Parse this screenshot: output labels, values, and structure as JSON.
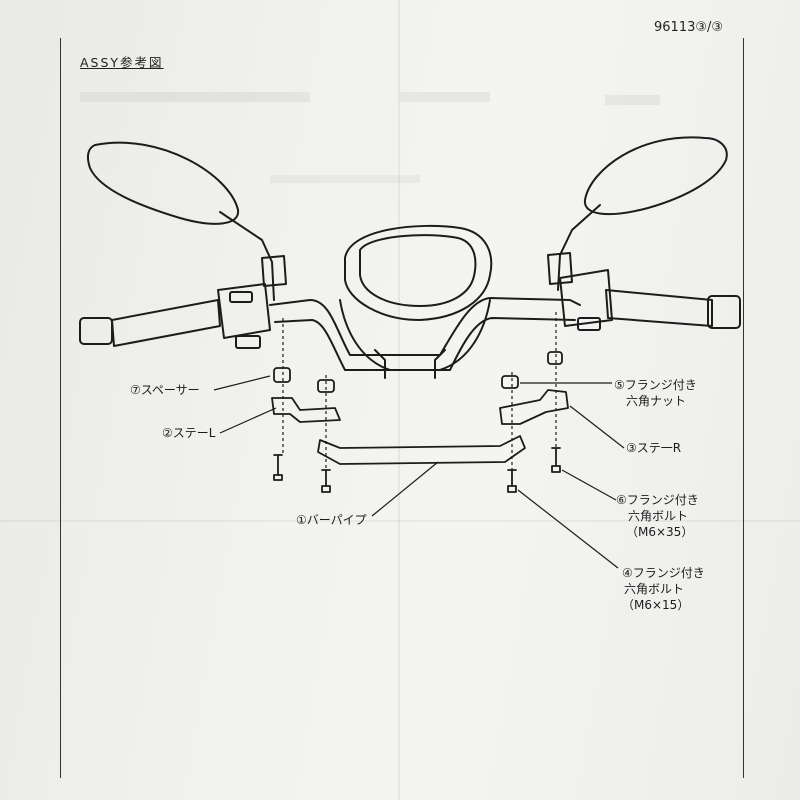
{
  "document": {
    "doc_id": "96113③/③",
    "section_title": "ASSY参考図"
  },
  "parts": [
    {
      "lines": [
        "⑦スペーサー"
      ]
    },
    {
      "lines": [
        "②ステーL"
      ]
    },
    {
      "lines": [
        "①バーパイプ"
      ]
    },
    {
      "lines": [
        "⑤フランジ付き",
        "六角ナット"
      ]
    },
    {
      "lines": [
        "③ステ一R"
      ]
    },
    {
      "lines": [
        "⑥フランジ付き",
        "六角ボルト",
        "（M6×35）"
      ]
    },
    {
      "lines": [
        "④フランジ付き",
        "六角ボルト",
        "（M6×15）"
      ]
    }
  ],
  "colors": {
    "ink": "#1c1c1c",
    "paper": "#f2f2ef"
  }
}
